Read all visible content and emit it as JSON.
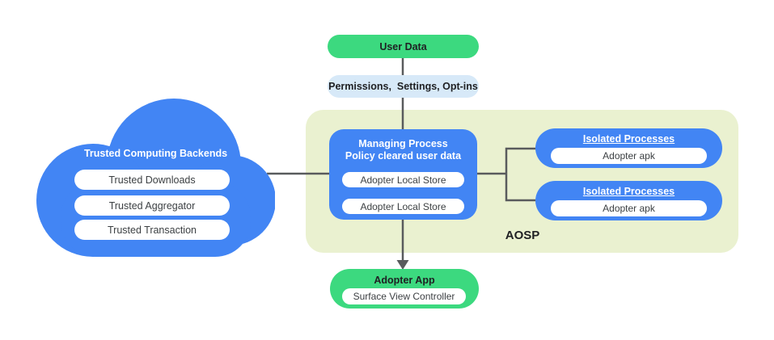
{
  "cloud": {
    "title": "Trusted Computing Backends",
    "items": [
      "Trusted Downloads",
      "Trusted Aggregator",
      "Trusted Transaction"
    ]
  },
  "pipeline": {
    "user_data": "User Data",
    "permissions": "Permissions,  Settings, Opt-ins"
  },
  "aosp": {
    "label": "AOSP",
    "managing_process": {
      "title_line1": "Managing Process",
      "title_line2": "Policy cleared user data",
      "stores": [
        "Adopter Local Store",
        "Adopter Local Store"
      ]
    },
    "isolated_processes": [
      {
        "title": "Isolated Processes",
        "item": "Adopter apk"
      },
      {
        "title": "Isolated Processes",
        "item": "Adopter apk"
      }
    ]
  },
  "adopter_app": {
    "title": "Adopter App",
    "item": "Surface View Controller"
  },
  "colors": {
    "blue": "#4285F4",
    "green": "#3CD97F",
    "light_blue": "#D7E9F8",
    "aosp_background": "#EAF1D0",
    "connector": "#595B5D"
  }
}
